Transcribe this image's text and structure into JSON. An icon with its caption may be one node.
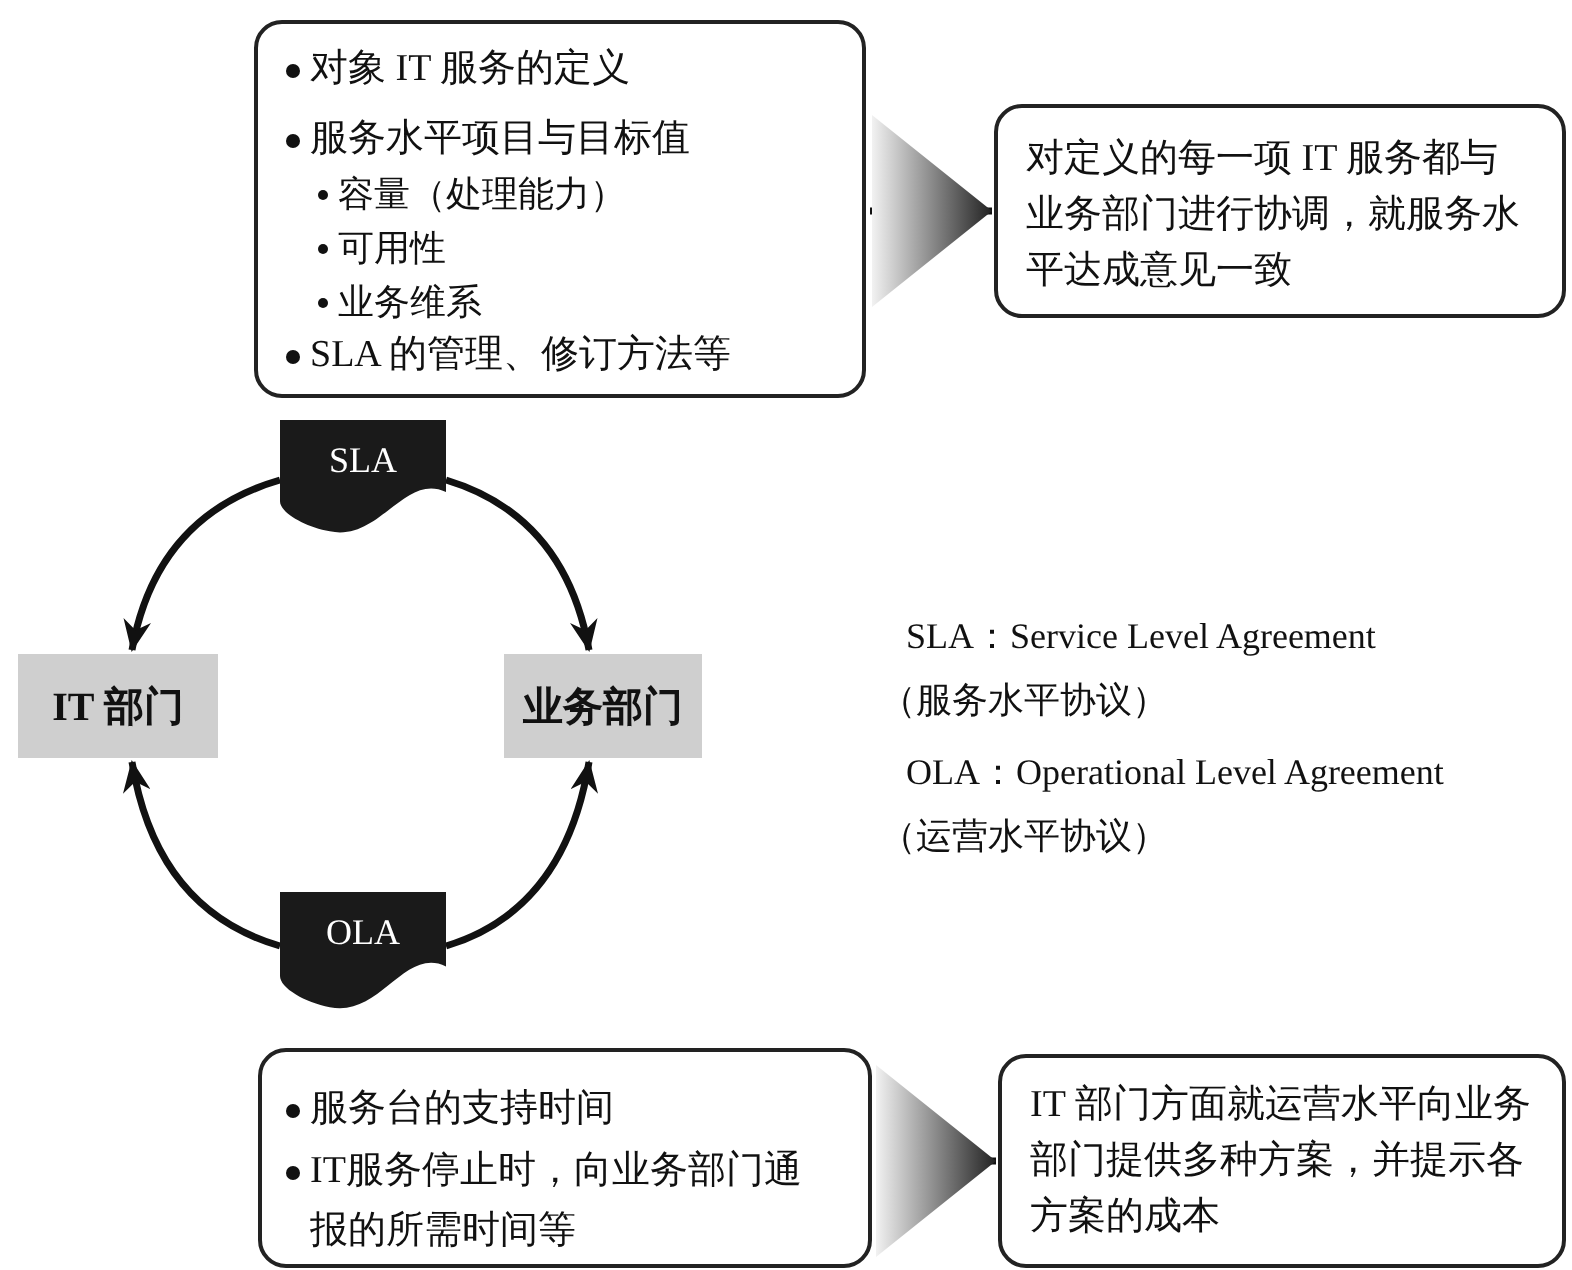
{
  "diagram": {
    "nodes": [
      {
        "text": [
          "对象 IT 服务的定义",
          "服务水平项目与目标值",
          "容量（处理能力）",
          "可用性",
          "业务维系",
          "SLA 的管理、修订方法等"
        ]
      },
      {
        "text": [
          "对定义的每一项 IT 服务都与业务部门进行协调，就服务水平达成意见一致"
        ]
      },
      {
        "text": [
          "SLA"
        ]
      },
      {
        "text": [
          "IT 部门"
        ]
      },
      {
        "text": [
          "业务部门"
        ]
      },
      {
        "text": [
          "OLA"
        ]
      },
      {
        "text": [
          "服务台的支持时间",
          "IT服务停止时，向业务部门通报的所需时间等"
        ]
      },
      {
        "text": [
          "IT 部门方面就运营水平向业务部门提供多种方案，并提示各方案的成本"
        ]
      }
    ],
    "edges": [
      {
        "from": 0,
        "to": 1,
        "arrow": "to"
      },
      {
        "from": 2,
        "to": 3,
        "arrow": "to"
      },
      {
        "from": 2,
        "to": 4,
        "arrow": "to"
      },
      {
        "from": 5,
        "to": 3,
        "arrow": "to"
      },
      {
        "from": 5,
        "to": 4,
        "arrow": "to"
      },
      {
        "from": 6,
        "to": 7,
        "arrow": "to"
      }
    ],
    "labels": [
      "SLA：Service Level Agreement",
      "（服务水平协议）",
      "OLA：Operational Level Agreement",
      "（运营水平协议）"
    ]
  }
}
